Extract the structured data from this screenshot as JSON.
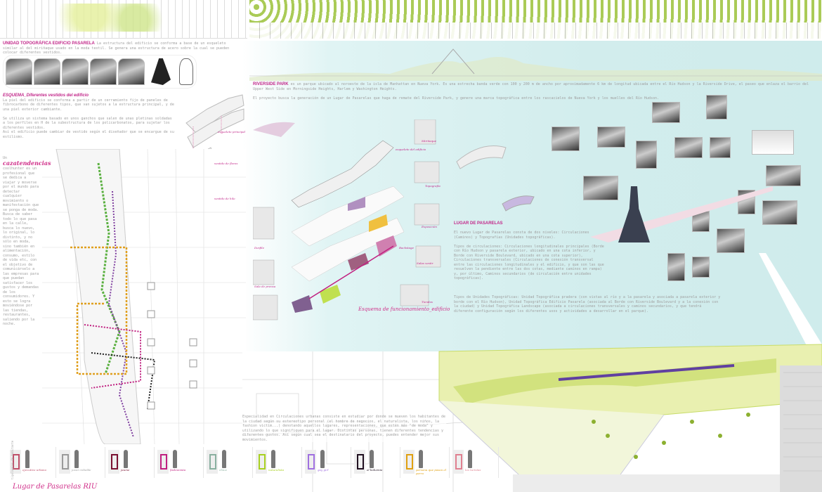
{
  "colors": {
    "accent": "#c2288a",
    "sky": "#d6eeee",
    "green": "#c8dc6a",
    "tree": "#9cc23a"
  },
  "left": {
    "unit_heading": "UNIDAD TOPOGRÁFICA EDIFICIO PASARELA",
    "unit_text": "La estructura del edificio se conforma a base de un esqueleto similar al del miriñaque usado en la moda textil. Se genera una estructura de acero sobre la cual se pueden colocar diferentes vestidos.",
    "skin_heading": "ESQUEMA_Diferentes vestidos del edificio",
    "skin_text": "La piel del edificio se conforma a partir de un cerramiento fijo de paneles de fibrocarbono de diferentes tipos, que van sujetos a la estructura principal, y de una piel exterior cambiante.",
    "skin_text2": "Se utiliza un sistema basado en unos ganchos que salen de unas pletinas soldadas a los perfiles en H de la subestructura de los policarbonatos, para sujetar los diferentes vestidos.",
    "skin_text3": "Así el edificio puede cambiar de vestido según el diseñador que se encargue de su estilismo.",
    "structure_label": "esqueleto principal",
    "label_a": "vestido de flores",
    "label_b": "vestido de hilo",
    "cool_heading": "cazatendencias",
    "cool_prefix": "Un",
    "cool_text": "coolhunter es un profesional que se dedica a viajar y moverse por el mundo para detectar cualquier movimiento o manifestación que se ponga de moda. Busca de saber todo lo que pasa en la calle, busca lo nuevo, lo original, lo distinto, y no sólo en moda, sino también en alimentación, consumo, estilo de vida etc, con el objetivo de comunicárselo a las empresas para que puedan satisfacer los gustos y demandas de los consumidores. Y esto se logra moviéndose por las tiendas, restaurantes, saliendo por la noche."
  },
  "center": {
    "riverside_heading": "RIVERSIDE PARK",
    "riverside_text": "es un parque ubicado al noroeste de la isla de Manhattan en Nueva York. Es una estrecha banda verde con 100 y 200 m de ancho por aproximadamente 6 km de longitud ubicada entre el Río Hudson y la Riverside Drive, el paseo que enlaza el barrio del Upper West Side en Morningside Heights, Harlem y Washington Heights.",
    "project_text": "El proyecto busca la generación de un Lugar de Pasarelas que haga de remate del Riverside Park, y genere una marca topográfica entre los rascacielos de Nueva York y los muelles del Río Hudson.",
    "diagram_title": "Esquema de funcionamiento_edificio",
    "diagram_labels": [
      "Miriñaque",
      "esqueleto del edificio",
      "Topografía",
      "Exposición",
      "Desfile",
      "Salas vestir",
      "Tiendas",
      "Backstage",
      "Sala de prensa"
    ]
  },
  "right": {
    "lugar_heading": "LUGAR DE PASARELAS",
    "lugar_text": "El nuevo Lugar de Pasarelas consta de dos niveles: Circulaciones (Caminos) y Topografías (Unidades topográficas).",
    "circ_text": "Tipos de circulaciones: Circulaciones longitudinales principales (Borde con Río Hudson y pasarela exterior, ubicado en una cota inferior, y Borde con Riverside Boulevard, ubicado en una cota superior), Circulaciones transversales (Circulaciones de conexión transversal entre las circulaciones longitudinales y el edificio, y que son las que resuelven la pendiente entre las dos cotas, mediante caminos en rampa) y, por último, Caminos secundarios (de circulación entre unidades topográficas).",
    "units_text": "Tipos de Unidades Topográficas: Unidad Topográfica pradera (con vistas al río y a la pasarela y asociada a pasarela exterior y borde con el Río Hudson), Unidad Topográfica Edificio Pasarela (asociada al Borde con Riverside Boulevard y a la conexión con la ciudad) y Unidad Topográfica Landscape (asociada a circulaciones transversales y caminos secundarios, y que tendrá diferente configuración según los diferentes usos y actividades a desarrollar en el parque)."
  },
  "bottom": {
    "spatial_text": "Especialidad en Circulaciones urbanas consiste en estudiar por donde se mueven los habitantes de la ciudad según su estereotipo personal (el hombre de negocios, el naturalista, los niños, la fashion victim...) denotando aquellos lugares, representaciones, que estén más \"de moda\" y utilizando lo que signifiquen para el lugar. Distintas personas, tienen diferentes tendencias y diferentes gustos. Así según cual sea el destinatario del proyecto, puedes entender mejor sus movimientos.",
    "panel_side": "tipologías de habitante",
    "panels": [
      {
        "name": "ejecutivo urbano",
        "color": "#c0506a"
      },
      {
        "name": "joven rebelde",
        "color": "#9a9a9a"
      },
      {
        "name": "jaume",
        "color": "#7a1030"
      },
      {
        "name": "fashionista",
        "color": "#c02080"
      },
      {
        "name": "chica",
        "color": "#8ab0a0"
      },
      {
        "name": "naturalista",
        "color": "#a8d020"
      },
      {
        "name": "gay girl",
        "color": "#a070e0"
      },
      {
        "name": "el bohemio",
        "color": "#201020"
      },
      {
        "name": "persona que pasea el perro",
        "color": "#e0a010"
      },
      {
        "name": "los turistas",
        "color": "#e08090"
      }
    ],
    "title": "Lugar de Pasarelas RIU"
  }
}
